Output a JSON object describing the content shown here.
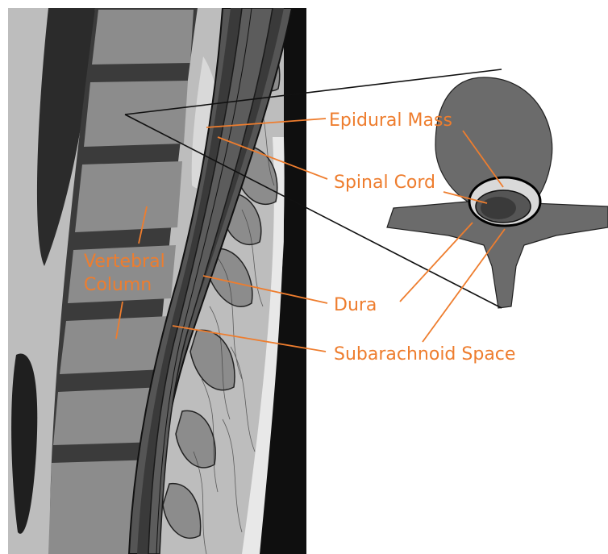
{
  "colors": {
    "label": "#ee7d2e",
    "leader": "#ee7d2e",
    "background": "#ffffff",
    "bone": "#8c8c8c",
    "disc": "#3b3b3b",
    "soft_tissue": "#bdbdbd",
    "dark": "#1a1a1a"
  },
  "labels": {
    "epidural_mass": "Epidural Mass",
    "spinal_cord": "Spinal Cord",
    "vertebral_column_line1": "Vertebral",
    "vertebral_column_line2": "Column",
    "dura": "Dura",
    "subarachnoid_space": "Subarachnoid Space"
  }
}
